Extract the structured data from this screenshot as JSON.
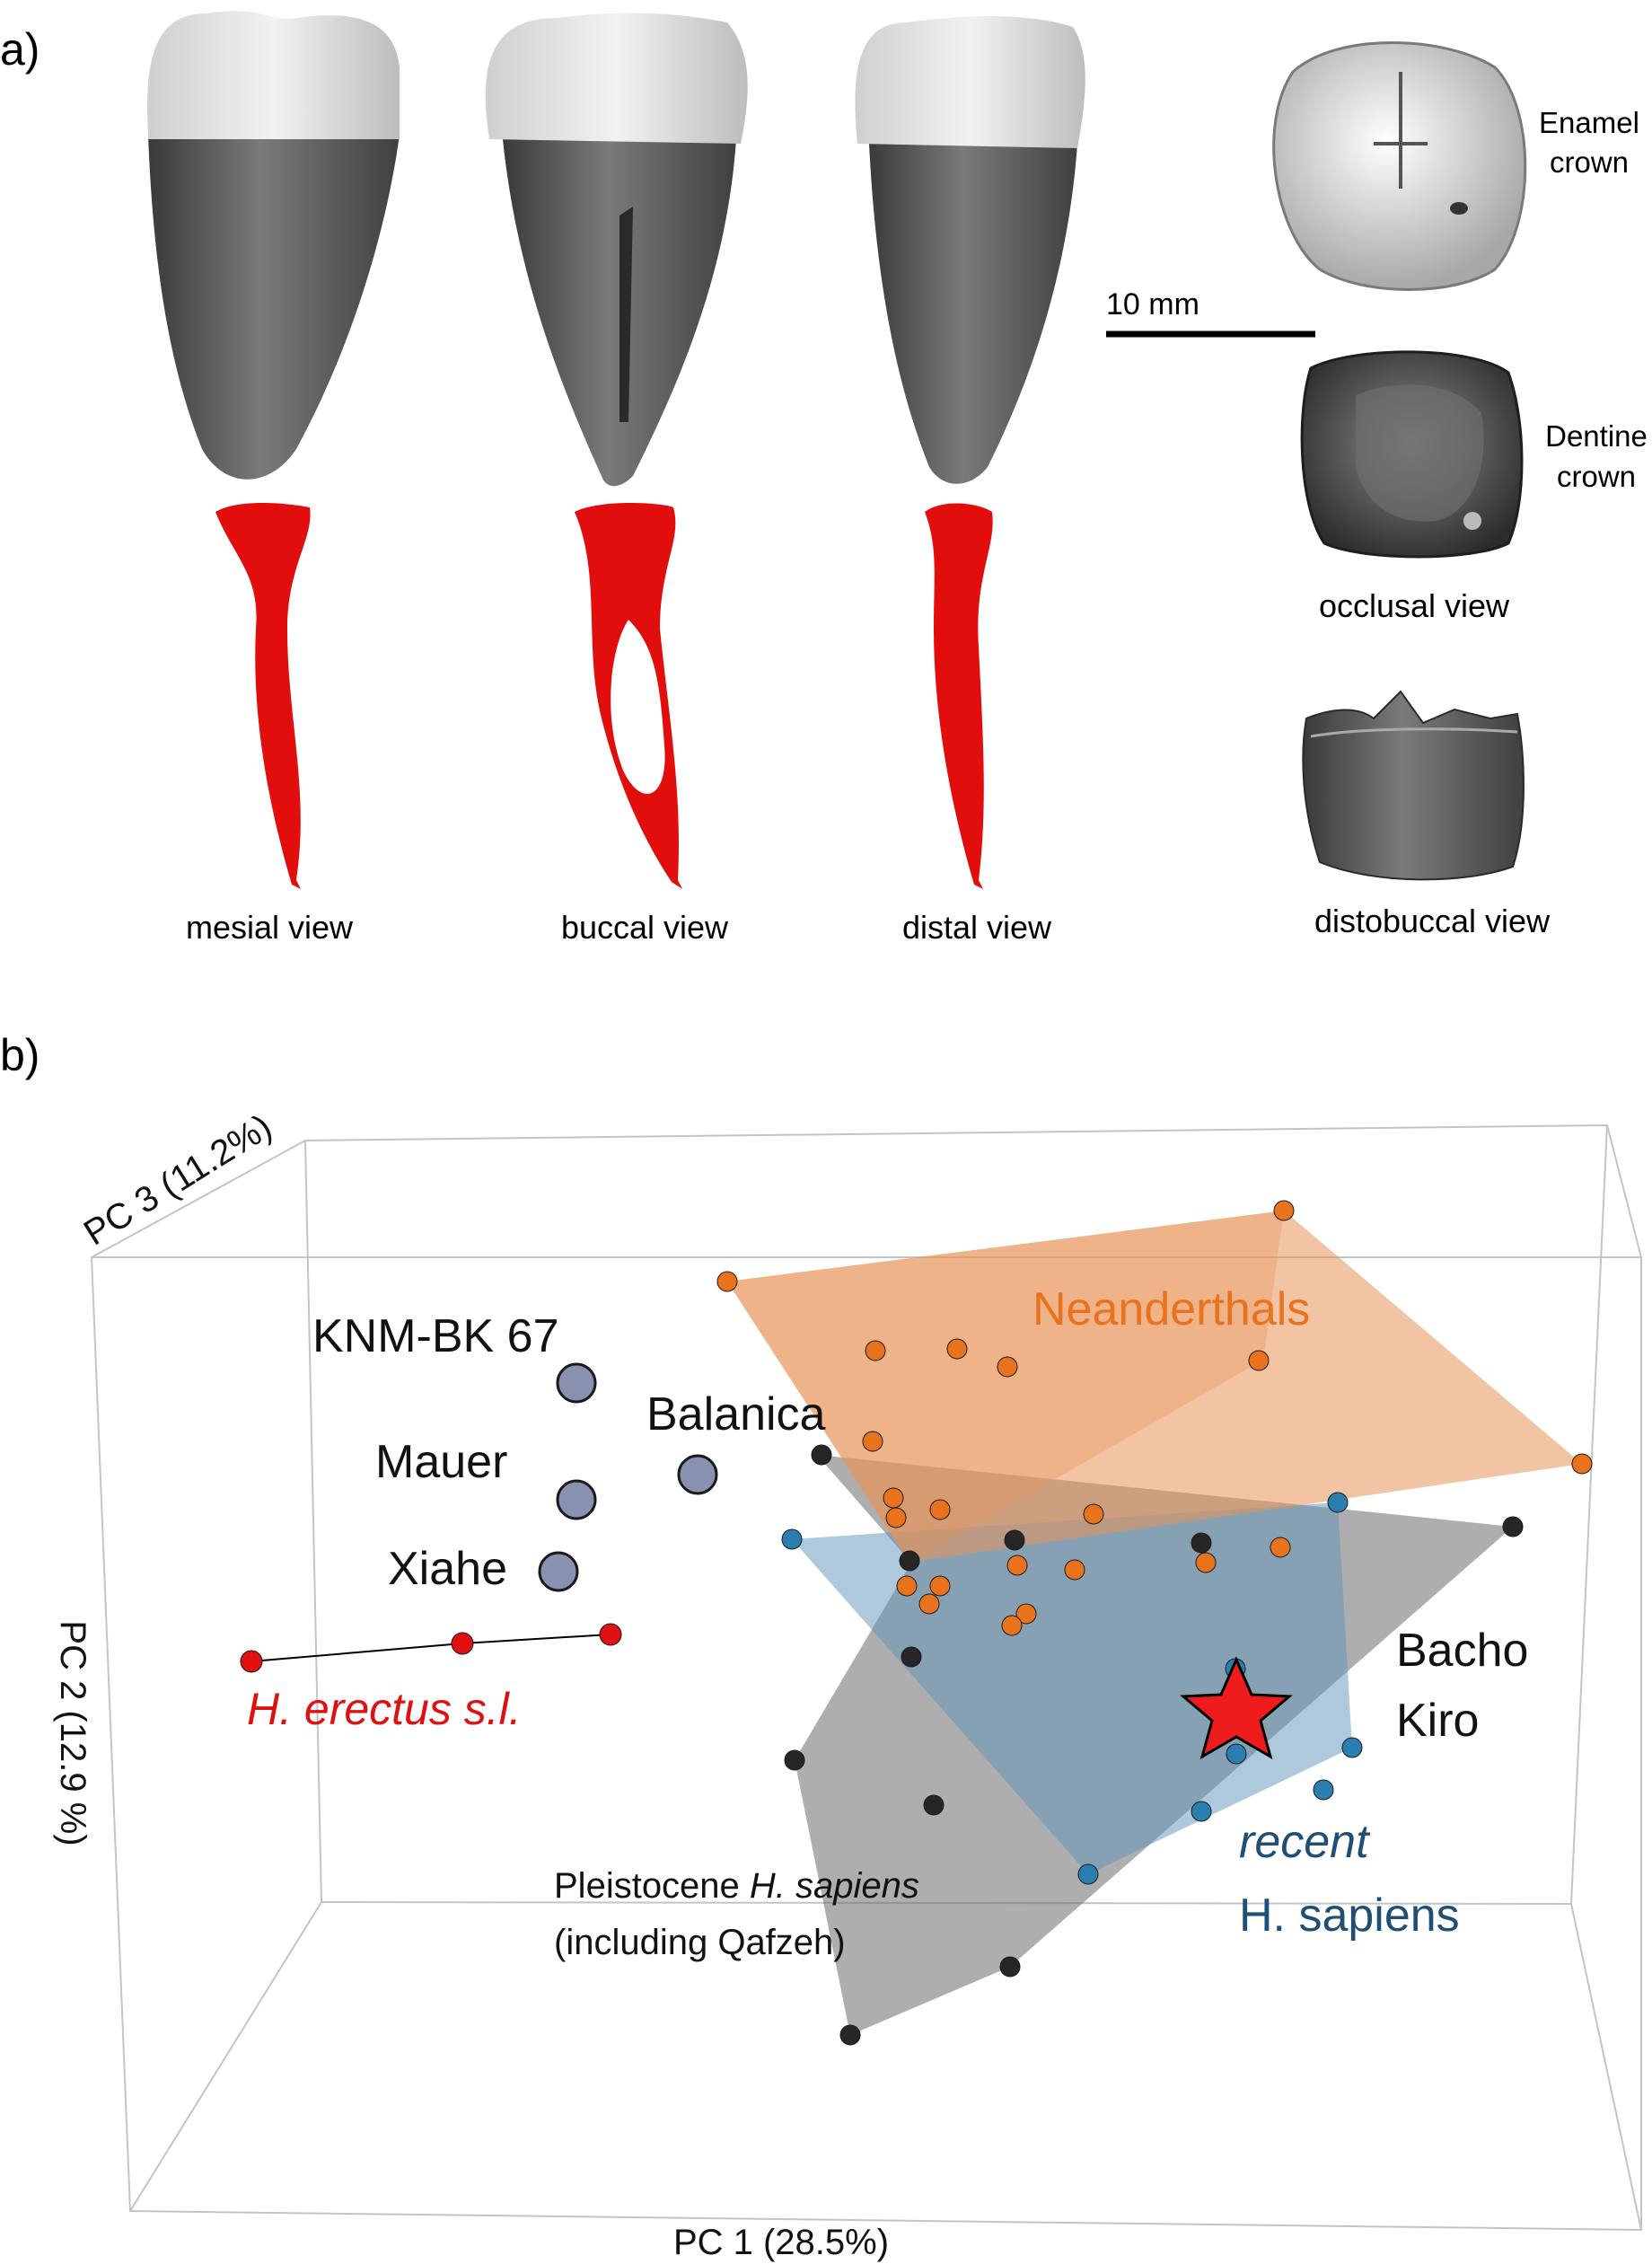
{
  "panel_a": {
    "label": "a)",
    "views": [
      "mesial view",
      "buccal view",
      "distal view"
    ],
    "scale_bar": "10 mm",
    "enamel_label": [
      "Enamel",
      "crown"
    ],
    "dentine_label": [
      "Dentine",
      "crown"
    ],
    "occlusal_view": "occlusal view",
    "distobuccal_view": "distobuccal view"
  },
  "panel_b": {
    "label": "b)",
    "axis_pc1": "PC 1 (28.5%)",
    "axis_pc2": "PC 2 (12.9 %)",
    "axis_pc3": "PC 3 (11.2%)",
    "group_labels": {
      "knm": "KNM-BK 67",
      "balanica": "Balanica",
      "mauer": "Mauer",
      "xiahe": "Xiahe",
      "erectus": "H. erectus s.l.",
      "neanderthals": "Neanderthals",
      "bacho_kiro": [
        "Bacho",
        "Kiro"
      ],
      "recent": [
        "recent",
        "H. sapiens"
      ],
      "pleistocene_prefix": "Pleistocene ",
      "pleistocene_italic": "H. sapiens",
      "pleistocene_line2": "(including Qafzeh)"
    },
    "colors": {
      "neanderthal": "#e8731c",
      "recent": "#2a7fb0",
      "pleistocene": "#262626",
      "erectus": "#e01010",
      "single": "#8892b0",
      "star": "#ee1c1c"
    }
  }
}
